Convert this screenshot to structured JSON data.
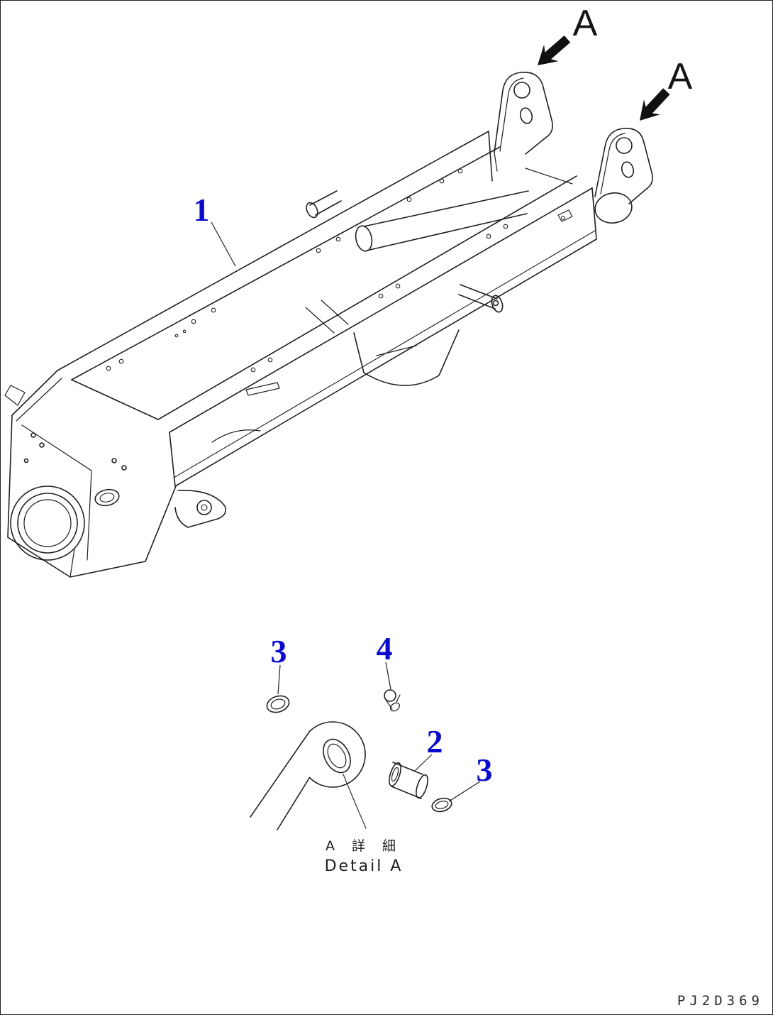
{
  "colors": {
    "callout": "#0a0acc",
    "line": "#1f1f1f"
  },
  "callouts": [
    {
      "id": "frame",
      "label": "1"
    },
    {
      "id": "ring-upper",
      "label": "3"
    },
    {
      "id": "plug",
      "label": "4"
    },
    {
      "id": "bushing",
      "label": "2"
    },
    {
      "id": "ring-lower",
      "label": "3"
    }
  ],
  "view_arrows": [
    {
      "label": "A"
    },
    {
      "label": "A"
    }
  ],
  "detail_caption": {
    "line1": "A 詳 細",
    "line2": "Detail A"
  },
  "drawing_number": "PJ2D369"
}
